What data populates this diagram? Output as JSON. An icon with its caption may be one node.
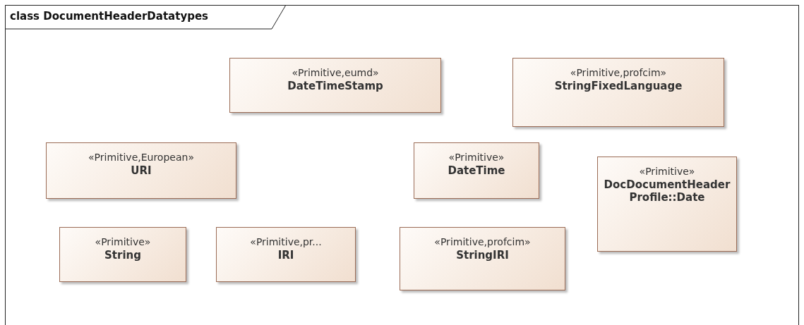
{
  "diagram": {
    "title": "class DocumentHeaderDatatypes",
    "nodes": [
      {
        "text": [
          "«Primitive,eumd»",
          "DateTimeStamp"
        ]
      },
      {
        "text": [
          "«Primitive,profcim»",
          "StringFixedLanguage"
        ]
      },
      {
        "text": [
          "«Primitive,European»",
          "URI"
        ]
      },
      {
        "text": [
          "«Primitive»",
          "DateTime"
        ]
      },
      {
        "text": [
          "«Primitive»",
          "DocDocumentHeaderProfile::Date"
        ]
      },
      {
        "text": [
          "«Primitive»",
          "String"
        ]
      },
      {
        "text": [
          "«Primitive,pr...",
          "IRI"
        ]
      },
      {
        "text": [
          "«Primitive,profcim»",
          "StringIRI"
        ]
      }
    ],
    "edges": []
  }
}
